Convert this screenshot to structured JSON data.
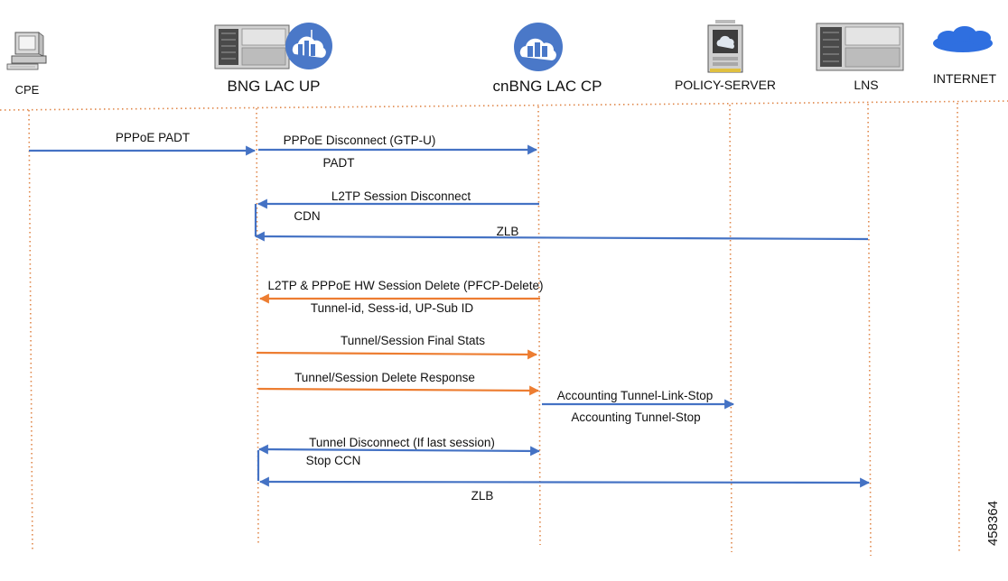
{
  "participants": [
    {
      "id": "cpe",
      "label": "CPE",
      "icon": "desktop-computer-icon"
    },
    {
      "id": "bng_up",
      "label": "BNG LAC UP",
      "icon": "router-chassis-cloud-icon"
    },
    {
      "id": "cnbng_cp",
      "label": "cnBNG LAC CP",
      "icon": "cloud-server-icon"
    },
    {
      "id": "policy",
      "label": "POLICY-SERVER",
      "icon": "server-tower-icon"
    },
    {
      "id": "lns",
      "label": "LNS",
      "icon": "router-chassis-icon"
    },
    {
      "id": "internet",
      "label": "INTERNET",
      "icon": "cloud-icon"
    }
  ],
  "messages": [
    {
      "label": "PPPoE PADT"
    },
    {
      "label": "PPPoE Disconnect (GTP-U)",
      "sublabel": "PADT"
    },
    {
      "label": "L2TP Session Disconnect",
      "sublabel": "CDN"
    },
    {
      "label": "ZLB"
    },
    {
      "label": "L2TP & PPPoE HW Session Delete (PFCP-Delete)",
      "sublabel": "Tunnel-id, Sess-id, UP-Sub ID"
    },
    {
      "label": "Tunnel/Session Final  Stats"
    },
    {
      "label": "Tunnel/Session Delete Response"
    },
    {
      "label": "Accounting Tunnel-Link-Stop",
      "sublabel": "Accounting Tunnel-Stop"
    },
    {
      "label": "Tunnel Disconnect (If last session)",
      "sublabel": "Stop CCN"
    },
    {
      "label": "ZLB"
    }
  ],
  "figure_id": "458364",
  "colors": {
    "blue_arrow": "#4472c4",
    "orange_arrow": "#ed7d31",
    "lifeline": "#e0874a"
  }
}
